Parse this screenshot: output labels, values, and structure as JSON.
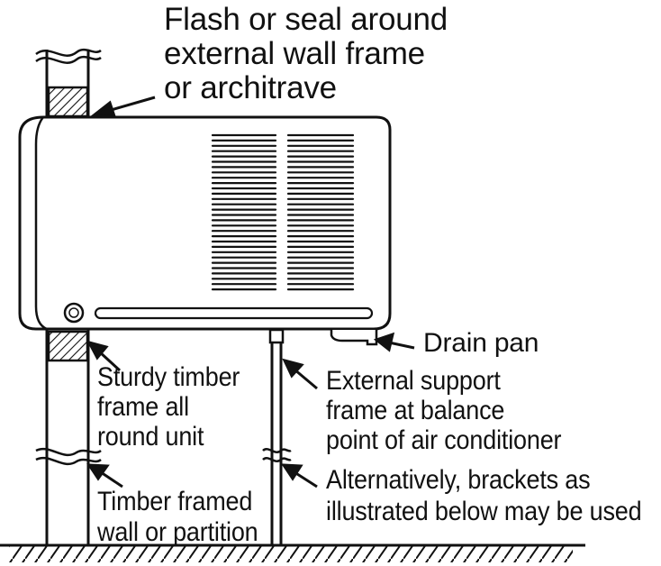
{
  "labels": {
    "flash": [
      "Flash or seal around",
      "external wall frame",
      "or architrave"
    ],
    "drain": "Drain pan",
    "sturdy": [
      "Sturdy timber",
      "frame all",
      "round unit"
    ],
    "support": [
      "External support",
      "frame at balance",
      "point of air conditioner"
    ],
    "alternatively": [
      "Alternatively, brackets as",
      "illustrated below may be used"
    ],
    "timber": [
      "Timber framed",
      "wall or partition"
    ]
  },
  "colors": {
    "ink": "#111111",
    "paper": "#ffffff"
  }
}
